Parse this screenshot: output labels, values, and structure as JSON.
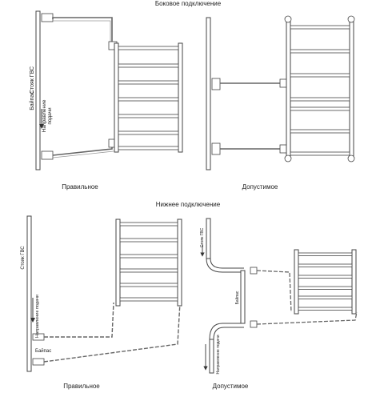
{
  "sections": {
    "side": {
      "title": "Боковое подключение",
      "left_caption": "Правильное",
      "right_caption": "Допустимое",
      "riser_label": "Стояк ГВС",
      "bypass_label": "Байпас",
      "direction_label_1": "Направление",
      "direction_label_2": "подачи"
    },
    "bottom": {
      "title": "Нижнее подключение",
      "left_caption": "Правильное",
      "right_caption": "Допустимое",
      "riser_label": "Стояк ГВС",
      "direction_label": "Направление подачи",
      "bypass_label": "Байпас",
      "right_riser_label": "Стояк ГВС",
      "right_bypass_label": "Байпас",
      "right_direction_label": "Направление подачи"
    }
  },
  "colors": {
    "line": "#444444",
    "pipe": "#9a9a9a",
    "wall": "#555555"
  }
}
